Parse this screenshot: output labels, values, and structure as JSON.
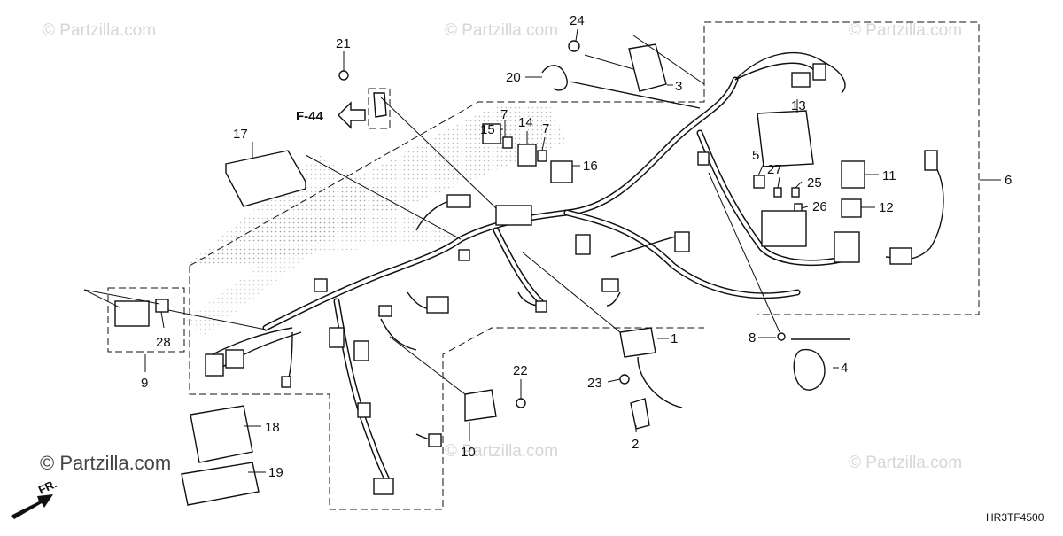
{
  "watermark": "© Partzilla.com",
  "diagram_code": "HR3TF4500",
  "ref_label": "F-44",
  "direction_label": "FR.",
  "callouts": {
    "p1": "1",
    "p2": "2",
    "p3": "3",
    "p4": "4",
    "p5": "5",
    "p6": "6",
    "p7a": "7",
    "p7b": "7",
    "p8": "8",
    "p9": "9",
    "p10": "10",
    "p11": "11",
    "p12": "12",
    "p13": "13",
    "p14": "14",
    "p15": "15",
    "p16": "16",
    "p17": "17",
    "p18": "18",
    "p19": "19",
    "p20": "20",
    "p21": "21",
    "p22": "22",
    "p23": "23",
    "p24": "24",
    "p25": "25",
    "p26": "26",
    "p27": "27",
    "p28": "28"
  }
}
